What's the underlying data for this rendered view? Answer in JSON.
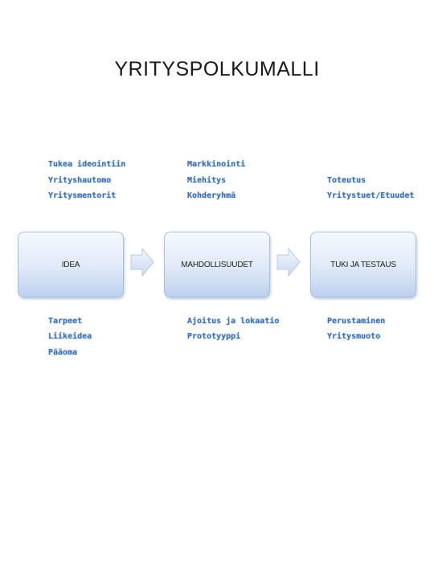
{
  "title": "YRITYSPOLKUMALLI",
  "top_labels": {
    "col1": [
      "Tukea ideointiin",
      "Yrityshautomo",
      "Yritysmentorit"
    ],
    "col2": [
      "Markkinointi",
      "Miehitys",
      "Kohderyhmä"
    ],
    "col3": [
      "Toteutus",
      "Yritystuet/Etuudet"
    ]
  },
  "stages": [
    "IDEA",
    "MAHDOLLISUUDET",
    "TUKI JA TESTAUS"
  ],
  "bottom_labels": {
    "col1": [
      "Tarpeet",
      "Liikeidea",
      "Pääoma"
    ],
    "col2": [
      "Ajoitus ja lokaatio",
      "Prototyyppi"
    ],
    "col3": [
      "Perustaminen",
      "Yritysmuoto"
    ]
  },
  "colors": {
    "label_text": "#3f6fb0",
    "box_top": "#f6f9fe",
    "box_bottom": "#bcd1ee",
    "arrow_fill": "#dce8f6"
  }
}
